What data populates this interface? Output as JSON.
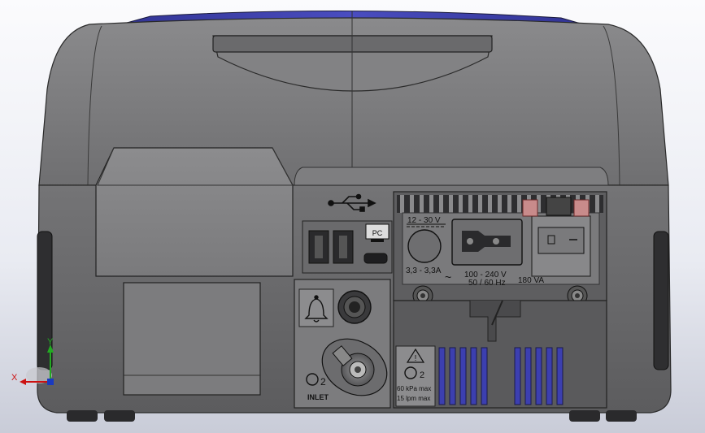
{
  "labels": {
    "pc": "PC",
    "dc_voltage": "12 - 30 V",
    "dc_current": "3,3 - 3,3A",
    "ac_tilde": "~",
    "ac_voltage": "100 - 240 V",
    "ac_freq": "50 / 60 Hz",
    "ac_power": "180 VA",
    "o2_symbol": "O",
    "o2_sub": "2",
    "inlet": "INLET",
    "warning_mark": "!",
    "pressure_max": "60 kPa max",
    "flow_max": "15 lpm max",
    "axis_x": "X",
    "axis_y": "Y"
  },
  "icons": {
    "usb": "usb-icon",
    "bell": "bell-icon",
    "warning": "warning-triangle-icon"
  },
  "colors": {
    "housing": "#6e6e70",
    "housing_dark": "#4a4a4c",
    "accent_blue": "#3b3ea6",
    "vent_blue": "#3c3fb0",
    "axis_x": "#cc1111",
    "axis_y": "#22aa22"
  }
}
